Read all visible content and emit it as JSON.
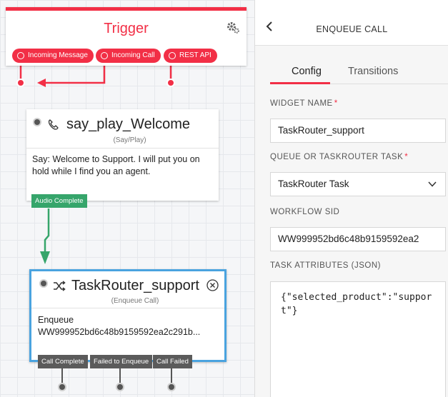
{
  "trigger": {
    "title": "Trigger",
    "pills": [
      "Incoming Message",
      "Incoming Call",
      "REST API"
    ]
  },
  "say_widget": {
    "title": "say_play_Welcome",
    "subtitle": "(Say/Play)",
    "body": "Say: Welcome to Support. I will put you on hold while I find you an agent.",
    "output": "Audio Complete"
  },
  "task_widget": {
    "title": "TaskRouter_support",
    "subtitle": "(Enqueue Call)",
    "body_line1": "Enqueue",
    "body_line2": "WW999952bd6c48b9159592ea2c291b...",
    "outputs": [
      "Call Complete",
      "Failed to Enqueue",
      "Call Failed"
    ]
  },
  "panel": {
    "title": "ENQUEUE CALL",
    "tabs": [
      "Config",
      "Transitions"
    ],
    "fields": {
      "widget_name": {
        "label": "WIDGET NAME",
        "value": "TaskRouter_support"
      },
      "queue_or_task": {
        "label": "QUEUE OR TASKROUTER TASK",
        "value": "TaskRouter Task"
      },
      "workflow_sid": {
        "label": "WORKFLOW SID",
        "value": "WW999952bd6c48b9159592ea2"
      },
      "task_attributes": {
        "label": "TASK ATTRIBUTES (JSON)",
        "value": "{\"selected_product\":\"support\"}"
      }
    },
    "required_mark": "*"
  },
  "colors": {
    "brand_red": "#f22f46",
    "selected_blue": "#4aa3df",
    "success_green": "#36a56b",
    "grey_badge": "#5b5b5b"
  },
  "icons": [
    "gear-icon",
    "phone-icon",
    "shuffle-icon",
    "close-circle-icon",
    "chevron-left-icon",
    "chevron-down-icon"
  ]
}
